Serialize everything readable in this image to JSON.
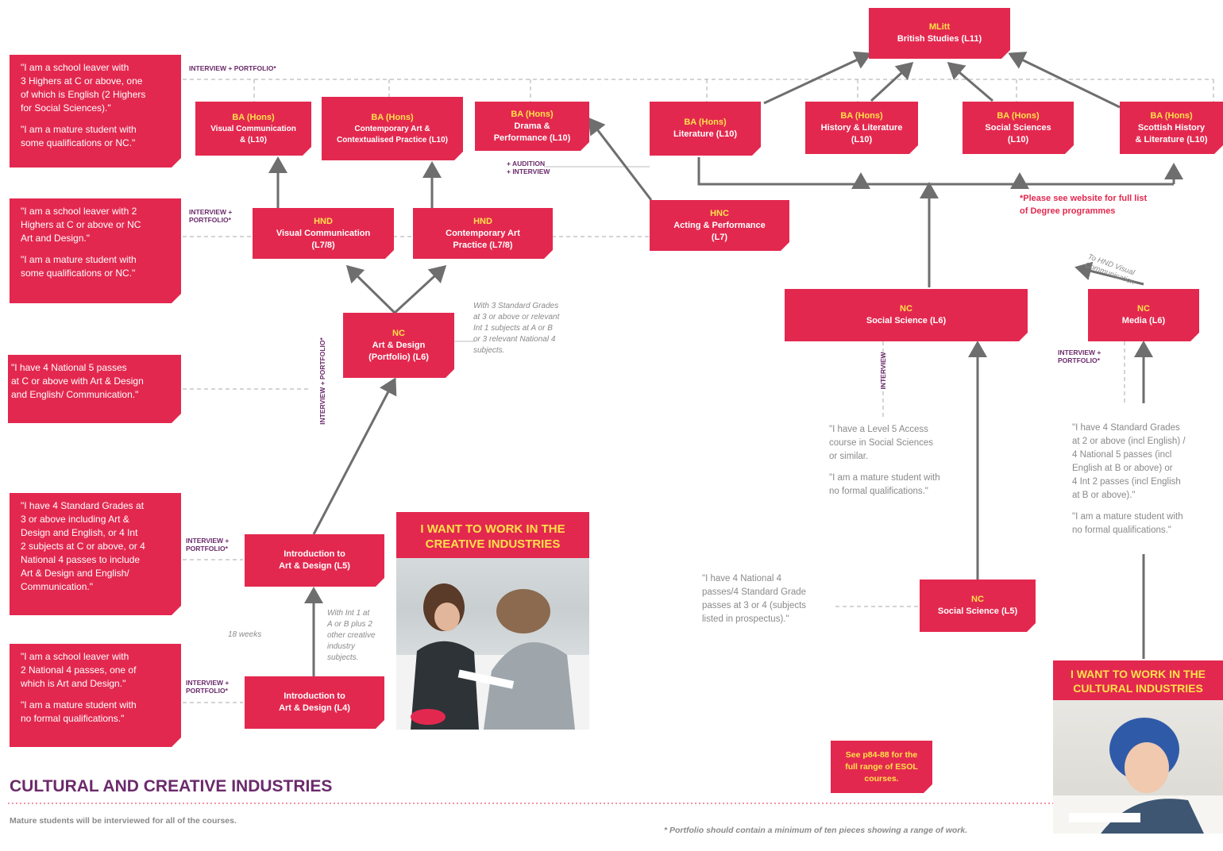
{
  "colors": {
    "accent": "#e3284f",
    "yellow": "#ffe14a",
    "purple": "#6b2a6b",
    "grey": "#8a8a8a"
  },
  "courses": {
    "mlitt": {
      "level": "MLitt",
      "name": "British Studies (L11)"
    },
    "ba_visual": {
      "level": "BA (Hons)",
      "name": "Visual Communication\n& (L10)"
    },
    "ba_contemp": {
      "level": "BA (Hons)",
      "name": "Contemporary Art &\nContextualised Practice (L10)"
    },
    "ba_drama": {
      "level": "BA (Hons)",
      "name": "Drama &\nPerformance (L10)"
    },
    "ba_lit": {
      "level": "BA (Hons)",
      "name": "Literature (L10)"
    },
    "ba_hist": {
      "level": "BA (Hons)",
      "name": "History & Literature\n(L10)"
    },
    "ba_social": {
      "level": "BA (Hons)",
      "name": "Social Sciences\n(L10)"
    },
    "ba_scottish": {
      "level": "BA (Hons)",
      "name": "Scottish History\n& Literature (L10)"
    },
    "hnd_visual": {
      "level": "HND",
      "name": "Visual Communication\n(L7/8)"
    },
    "hnd_contemp": {
      "level": "HND",
      "name": "Contemporary Art\nPractice (L7/8)"
    },
    "hnc_acting": {
      "level": "HNC",
      "name": "Acting & Performance\n(L7)"
    },
    "nc_artdesign": {
      "level": "NC",
      "name": "Art & Design\n(Portfolio) (L6)"
    },
    "nc_socsci6": {
      "level": "NC",
      "name": "Social Science (L6)"
    },
    "nc_media": {
      "level": "NC",
      "name": "Media (L6)"
    },
    "intro_l5": {
      "name": "Introduction to\nArt & Design (L5)"
    },
    "intro_l4": {
      "name": "Introduction to\nArt & Design (L4)"
    },
    "nc_socsci5": {
      "level": "NC",
      "name": "Social Science (L5)"
    },
    "esol": {
      "name": "See p84-88 for the\nfull range of ESOL\ncourses."
    }
  },
  "quotes": {
    "q1": [
      "\"I am a school leaver with\n3 Highers at C or above, one\nof which is English (2 Highers\nfor Social Sciences).\"",
      "\"I am a mature student with\nsome qualifications or NC.\""
    ],
    "q2": [
      "\"I am a school leaver with 2\nHighers at C or above or NC\nArt and Design.\"",
      "\"I am a mature student with\nsome qualifications or NC.\""
    ],
    "q3": [
      "\"I have 4 National 5 passes\nat C or above with Art & Design\nand English/ Communication.\""
    ],
    "q4": [
      "\"I have 4 Standard Grades at\n3 or above including Art &\nDesign and English, or 4 Int\n2 subjects at C or above, or 4\nNational 4 passes to include\nArt & Design and English/\nCommunication.\""
    ],
    "q5": [
      "\"I am a school leaver with\n2 National 4 passes, one of\nwhich is Art and Design.\"",
      "\"I am a mature student with\nno formal qualifications.\""
    ],
    "g1": [
      "\"I have a Level 5 Access\ncourse in Social Sciences\nor similar.",
      "\"I am a mature student with\nno formal qualifications.\""
    ],
    "g2": [
      "\"I have 4 National 4\npasses/4 Standard Grade\npasses at 3 or 4 (subjects\nlisted in prospectus).\""
    ],
    "g3": [
      "\"I have 4 Standard Grades\nat 2 or above (incl English) /\n4 National 5 passes (incl\nEnglish at B or above) or\n4 Int 2 passes (incl English\nat B or above).\"",
      "\"I am a mature student with\nno formal qualifications.\""
    ]
  },
  "requirements": {
    "r1": "INTERVIEW + PORTFOLIO*",
    "r2": "INTERVIEW +\nPORTFOLIO*",
    "r3": "INTERVIEW + PORTFOLIO*",
    "r4": "INTERVIEW +\nPORTFOLIO*",
    "r5": "INTERVIEW +\nPORTFOLIO*",
    "r6": "+ AUDITION\n+ INTERVIEW",
    "r7": "INTERVIEW",
    "r8": "INTERVIEW +\nPORTFOLIO*"
  },
  "notes": {
    "std_grades": "With 3 Standard Grades\nat 3 or above or relevant\nInt 1 subjects at A or B\nor 3 relevant National 4\nsubjects.",
    "int1": "With Int 1 at\nA or B plus 2\nother creative\nindustry\nsubjects.",
    "weeks": "18 weeks",
    "to_hnd": "To HND Visual\nCommunication",
    "degree": "*Please see website for full list\nof Degree programmes"
  },
  "banners": {
    "creative": "I WANT TO WORK IN THE\nCREATIVE INDUSTRIES",
    "cultural": "I WANT TO WORK IN THE\nCULTURAL INDUSTRIES"
  },
  "footer": {
    "title": "CULTURAL AND CREATIVE INDUSTRIES",
    "mature_note": "Mature students will be interviewed for all of the courses.",
    "portfolio_note": "* Portfolio should contain a minimum of ten pieces showing a range of work."
  }
}
